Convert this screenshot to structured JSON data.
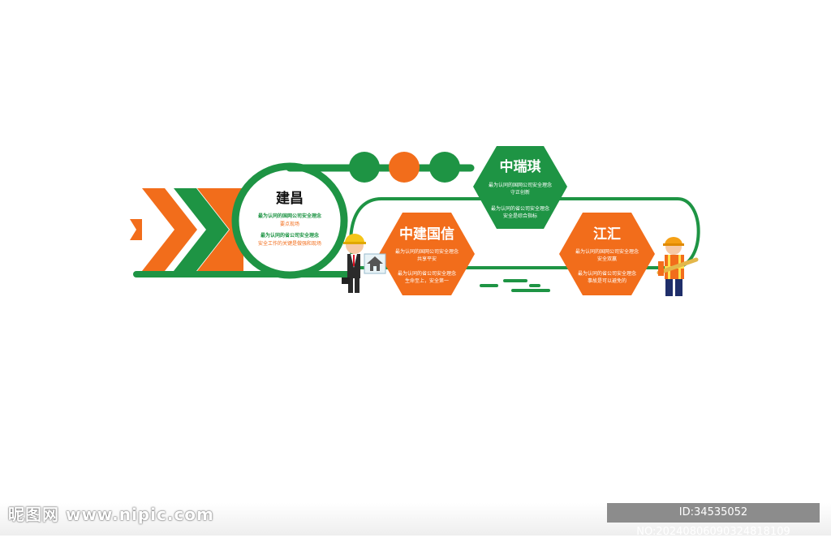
{
  "colors": {
    "green": "#1e9444",
    "orange": "#f26d1b",
    "white": "#ffffff"
  },
  "circle": {
    "title": "建昌",
    "line1": "最为认同的国网公司安全理念",
    "line2": "要点现场",
    "line3": "最为认同的省公司安全理念",
    "line4": "安全工作的关键是做强和现场"
  },
  "hex_top": {
    "title": "中瑞琪",
    "line1": "最为认同的国网公司安全理念",
    "line2": "守正创新",
    "line3": "最为认同的省公司安全理念",
    "line4": "安全是综合指标"
  },
  "hex_left": {
    "title": "中建国信",
    "line1": "最为认同的国网公司安全理念",
    "line2": "共享平安",
    "line3": "最为认同的省公司安全理念",
    "line4": "生命至上，安全第一"
  },
  "hex_right": {
    "title": "江汇",
    "line1": "最为认同的国网公司安全理念",
    "line2": "安全双赢",
    "line3": "最为认同的省公司安全理念",
    "line4": "事故是可以避免的"
  },
  "watermark": {
    "left": "昵图网 www.nipic.com",
    "right": "ID:34535052 NO:20240806090324818109"
  },
  "icons": {
    "worker_left": "businessman-with-hardhat-icon",
    "worker_right": "construction-worker-icon",
    "house_sign": "house-sign-icon"
  }
}
